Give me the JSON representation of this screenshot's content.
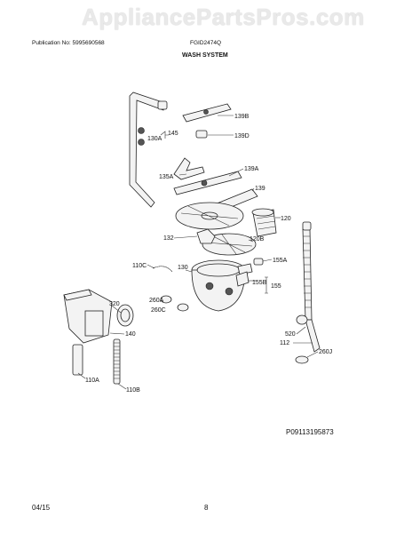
{
  "header": {
    "watermark": "AppliancePartsPros.com",
    "publication": "Publication No: 5995690568",
    "model": "FGID2474Q",
    "section_title": "WASH SYSTEM"
  },
  "footer": {
    "date": "04/15",
    "page": "8",
    "diagram_code": "P09113195873"
  },
  "labels": {
    "l139B": "139B",
    "l145": "145",
    "l130A": "130A",
    "l139D": "139D",
    "l135A": "135A",
    "l139A": "139A",
    "l139": "139",
    "l120": "120",
    "l132": "132",
    "l120B": "120B",
    "l110C": "110C",
    "l130": "130",
    "l155A": "155A",
    "l155B": "155B",
    "l155": "155",
    "l320": "320",
    "l260A": "260A",
    "l260C": "260C",
    "l140": "140",
    "l520": "520",
    "l112": "112",
    "l260J": "260J",
    "l110A": "110A",
    "l110B": "110B"
  }
}
